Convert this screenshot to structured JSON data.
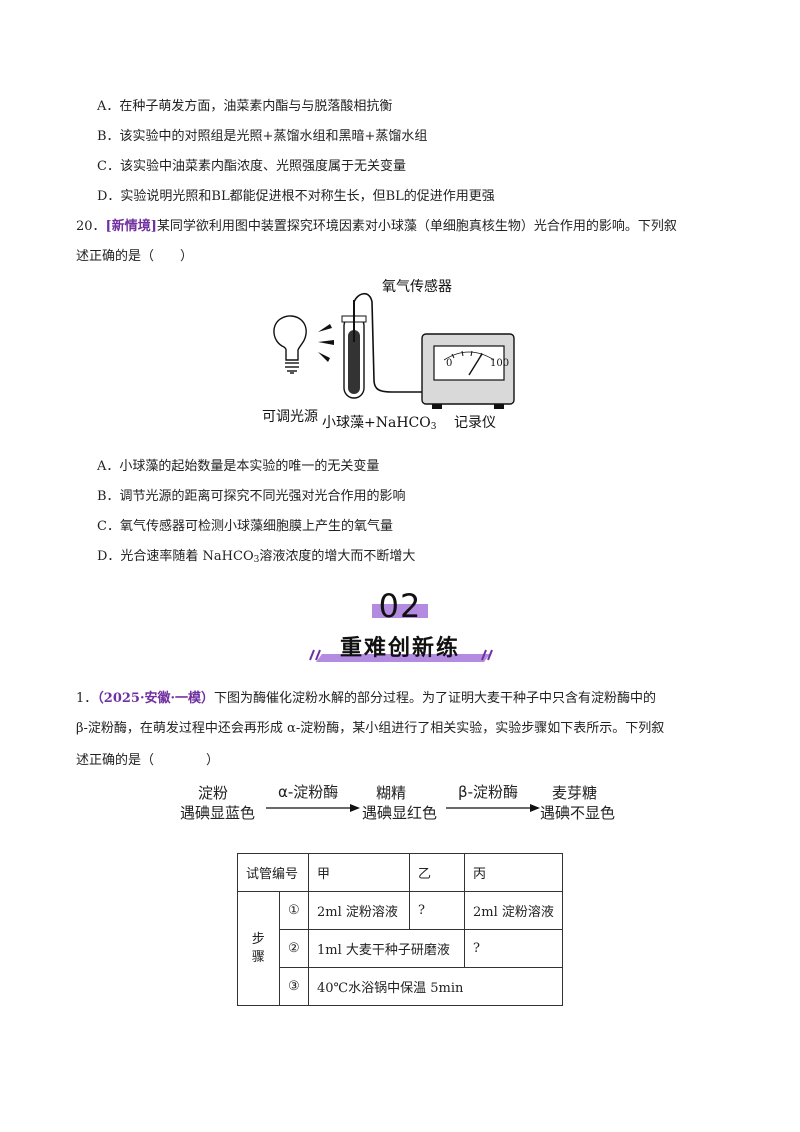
{
  "q19_options": [
    "A．在种子萌发方面，油菜素内酯与与脱落酸相抗衡",
    "B．该实验中的对照组是光照+蒸馏水组和黑暗+蒸馏水组",
    "C．该实验中油菜素内酯浓度、光照强度属于无关变量",
    "D．实验说明光照和BL都能促进根不对称生长，但BL的促进作用更强"
  ],
  "q20": {
    "number": "20．",
    "tag": "[新情境]",
    "stem_line1": "某同学欲利用图中装置探究环境因素对小球藻（单细胞真核生物）光合作用的影响。下列叙",
    "stem_line2": "述正确的是（　　）",
    "figure": {
      "sensor_label": "氧气传感器",
      "light_label": "可调光源",
      "tube_label": "小球藻+NaHCO",
      "tube_label_sub": "3",
      "recorder_label": "记录仪",
      "meter_min": "0",
      "meter_max": "100"
    },
    "options": [
      {
        "text": "A．小球藻的起始数量是本实验的唯一的无关变量"
      },
      {
        "text": "B．调节光源的距离可探究不同光强对光合作用的影响"
      },
      {
        "text": "C．氧气传感器可检测小球藻细胞膜上产生的氧气量"
      },
      {
        "pre": "D．光合速率随着 NaHCO",
        "sub": "3",
        "post": "溶液浓度的增大而不断增大"
      }
    ]
  },
  "section": {
    "number": "02",
    "title": "重难创新练"
  },
  "q1": {
    "number": "1．",
    "tag": "（2025·安徽·一模）",
    "stem_line1": "下图为酶催化淀粉水解的部分过程。为了证明大麦干种子中只含有淀粉酶中的",
    "stem_line2": "β-淀粉酶，在萌发过程中还会再形成 α-淀粉酶，某小组进行了相关实验，实验步骤如下表所示。下列叙",
    "stem_line3": "述正确的是（　　　　）",
    "scheme": {
      "starch": "淀粉",
      "starch_color": "遇碘显蓝色",
      "enzyme1": "α-淀粉酶",
      "dextrin": "糊精",
      "dextrin_color": "遇碘显红色",
      "enzyme2": "β-淀粉酶",
      "maltose": "麦芽糖",
      "maltose_color": "遇碘不显色"
    },
    "table": {
      "header": [
        "试管编号",
        "甲",
        "乙",
        "丙"
      ],
      "steps_label": "步骤",
      "rows": [
        {
          "step": "①",
          "jia": "2ml 淀粉溶液",
          "yi": "?",
          "bing": "2ml 淀粉溶液"
        },
        {
          "step": "②",
          "jia": "1ml 大麦干种子研磨液",
          "yi": "?"
        },
        {
          "step": "③",
          "jia": "40℃水浴锅中保温 5min"
        }
      ]
    }
  }
}
